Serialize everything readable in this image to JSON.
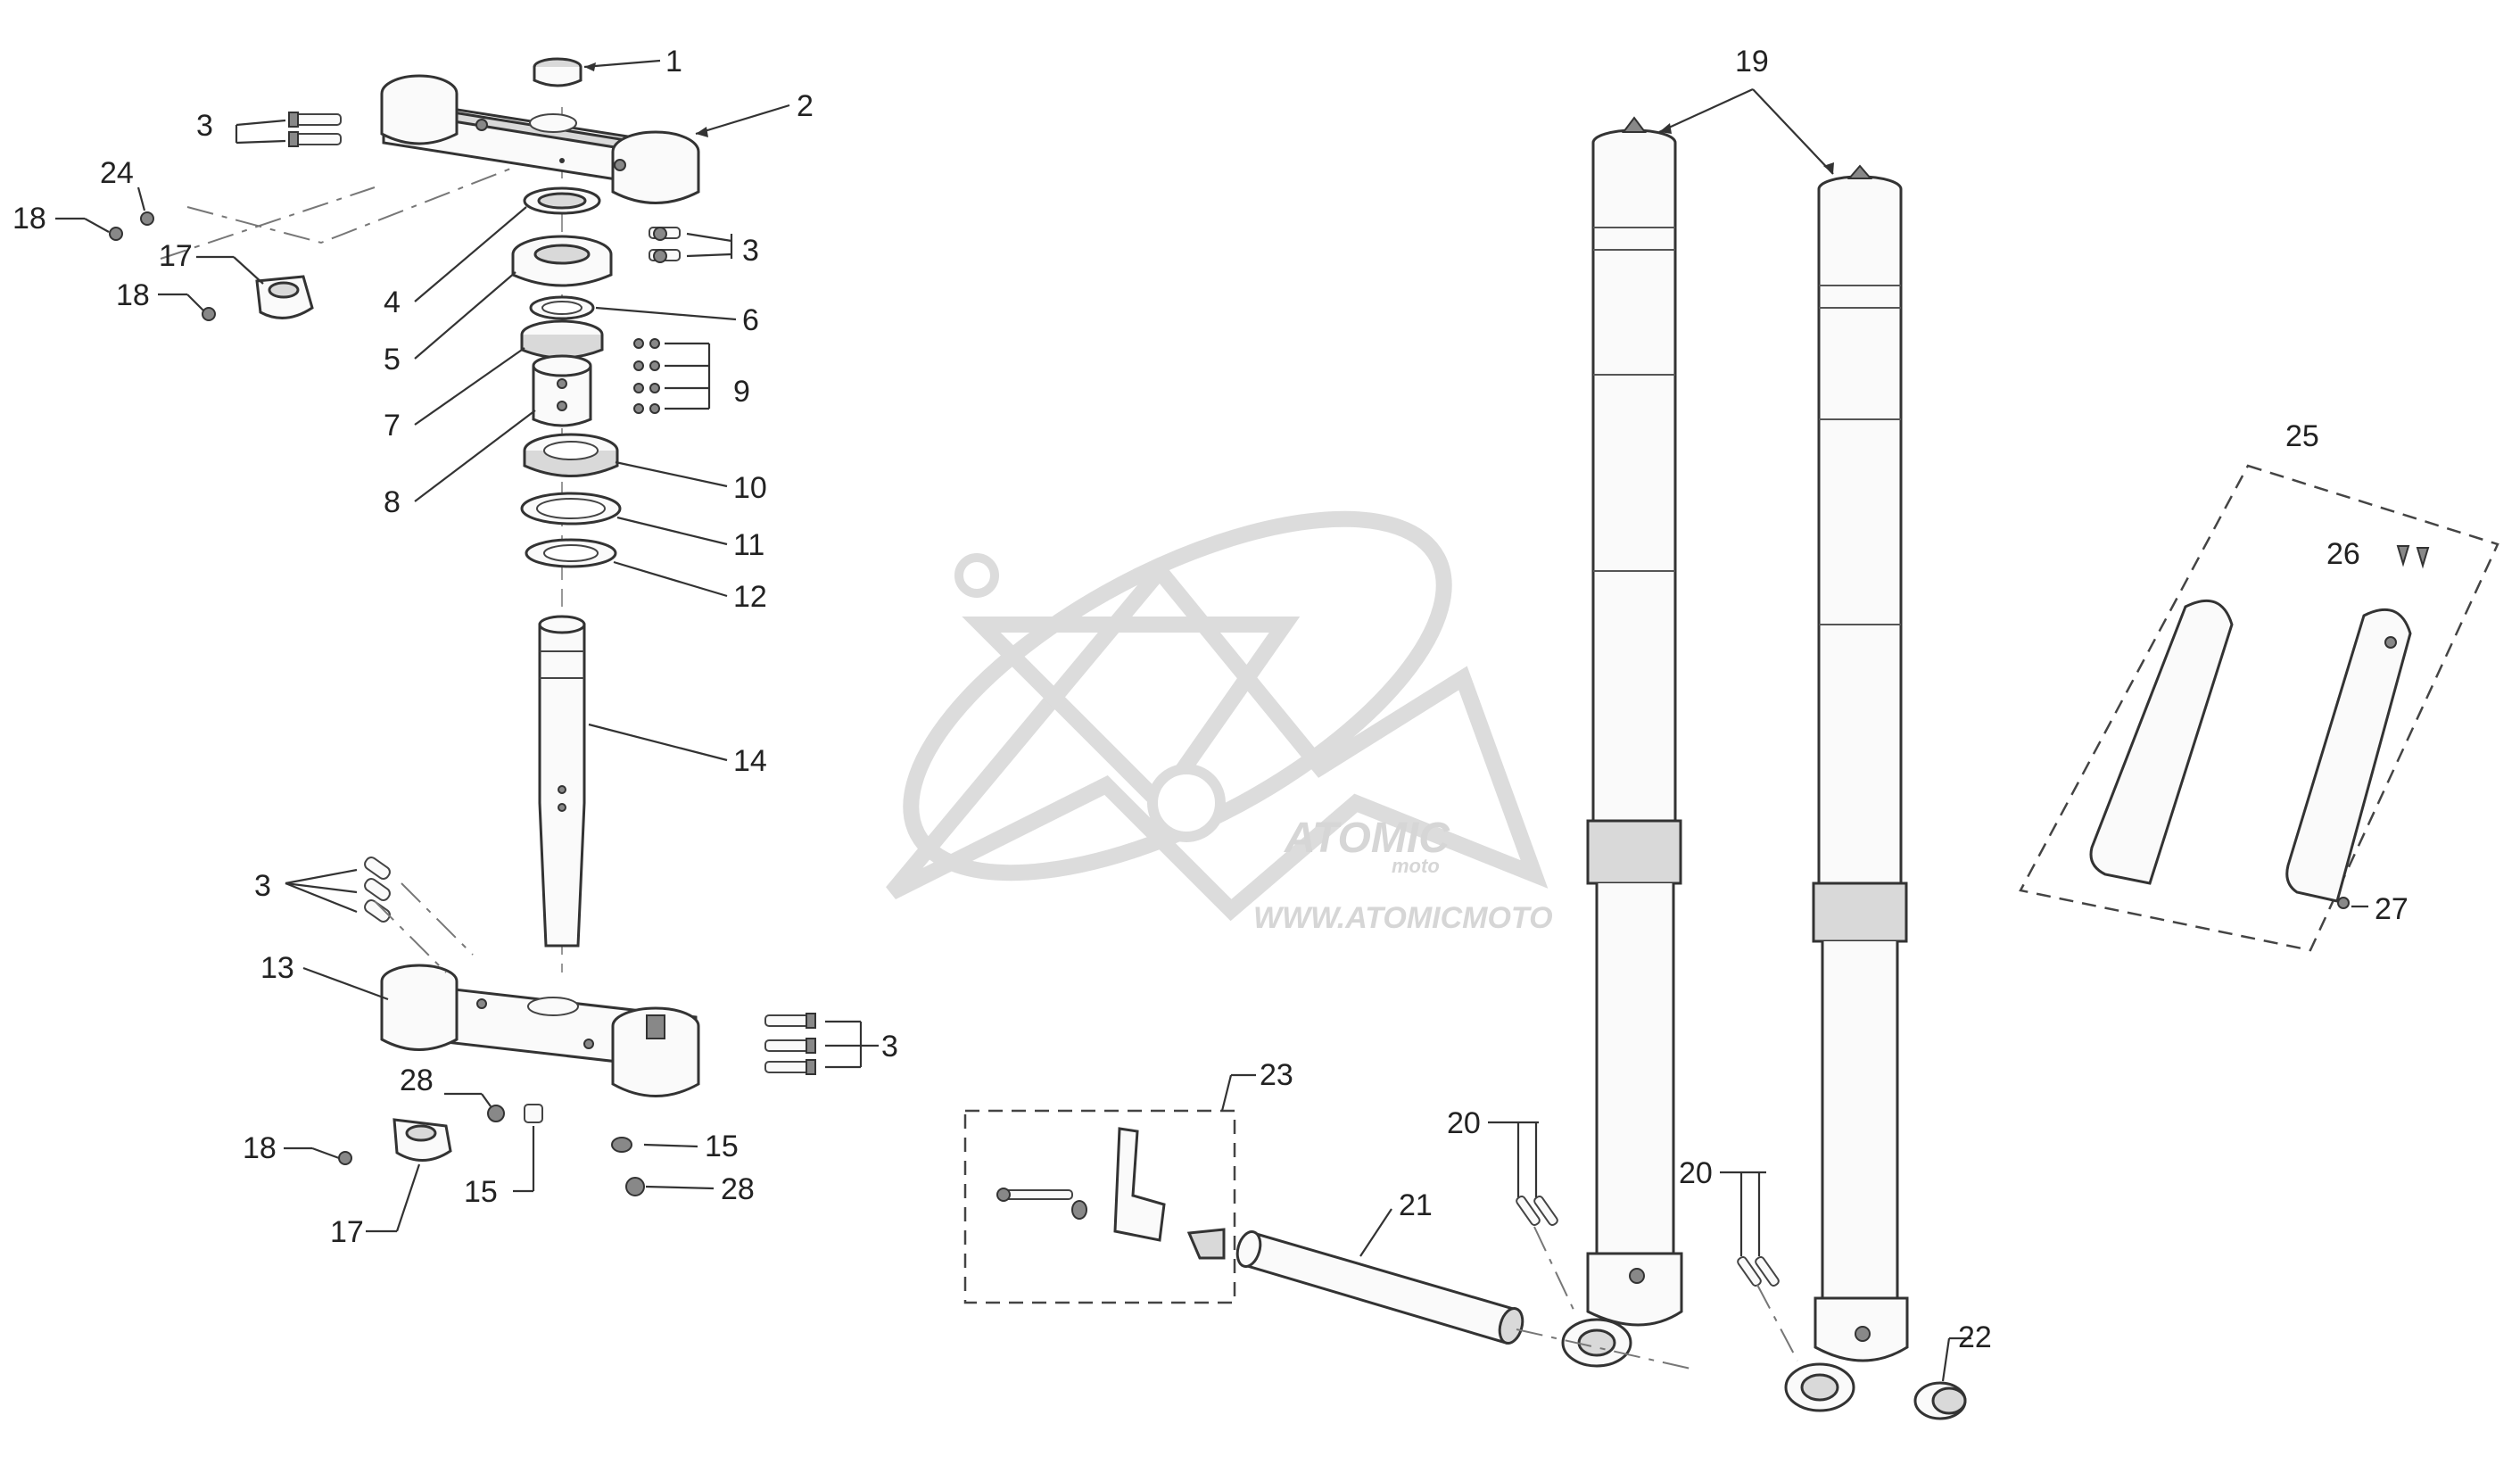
{
  "watermark": {
    "logo_text": "ATOMIC",
    "logo_subtext": "moto",
    "url": "WWW.ATOMICMOTO"
  },
  "callouts": [
    "1",
    "2",
    "3",
    "3",
    "3",
    "3",
    "4",
    "5",
    "6",
    "7",
    "8",
    "9",
    "10",
    "11",
    "12",
    "13",
    "14",
    "15",
    "15",
    "17",
    "17",
    "18",
    "18",
    "18",
    "19",
    "20",
    "20",
    "21",
    "22",
    "23",
    "24",
    "25",
    "26",
    "27",
    "28",
    "28"
  ]
}
